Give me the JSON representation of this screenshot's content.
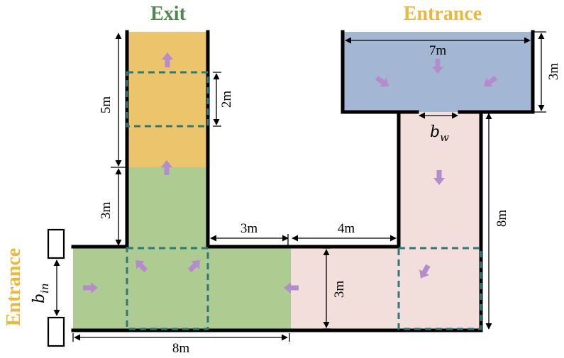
{
  "labels": {
    "exit": "Exit",
    "entrance_top": "Entrance",
    "entrance_left": "Entrance"
  },
  "symbols": {
    "bw_base": "b",
    "bw_sub": "w",
    "bin_base": "b",
    "bin_sub": "in"
  },
  "dimensions": {
    "top_room_width": "7m",
    "top_room_height": "3m",
    "exit_upper_length": "5m",
    "exit_zone_length": "2m",
    "exit_lower_length": "3m",
    "corridor_gap_left": "3m",
    "corridor_gap_right": "4m",
    "right_vertical_length": "8m",
    "corridor_height": "3m",
    "bottom_length": "8m"
  },
  "colors": {
    "exit_yellow": "#ebc46b",
    "green": "#aecb92",
    "pink": "#f2dfdb",
    "blue": "#a3b7d4",
    "arrow": "#b48ccc",
    "dashed": "#2b7a78",
    "title_green": "#4e8a4a",
    "title_yellow": "#e9b93e"
  }
}
